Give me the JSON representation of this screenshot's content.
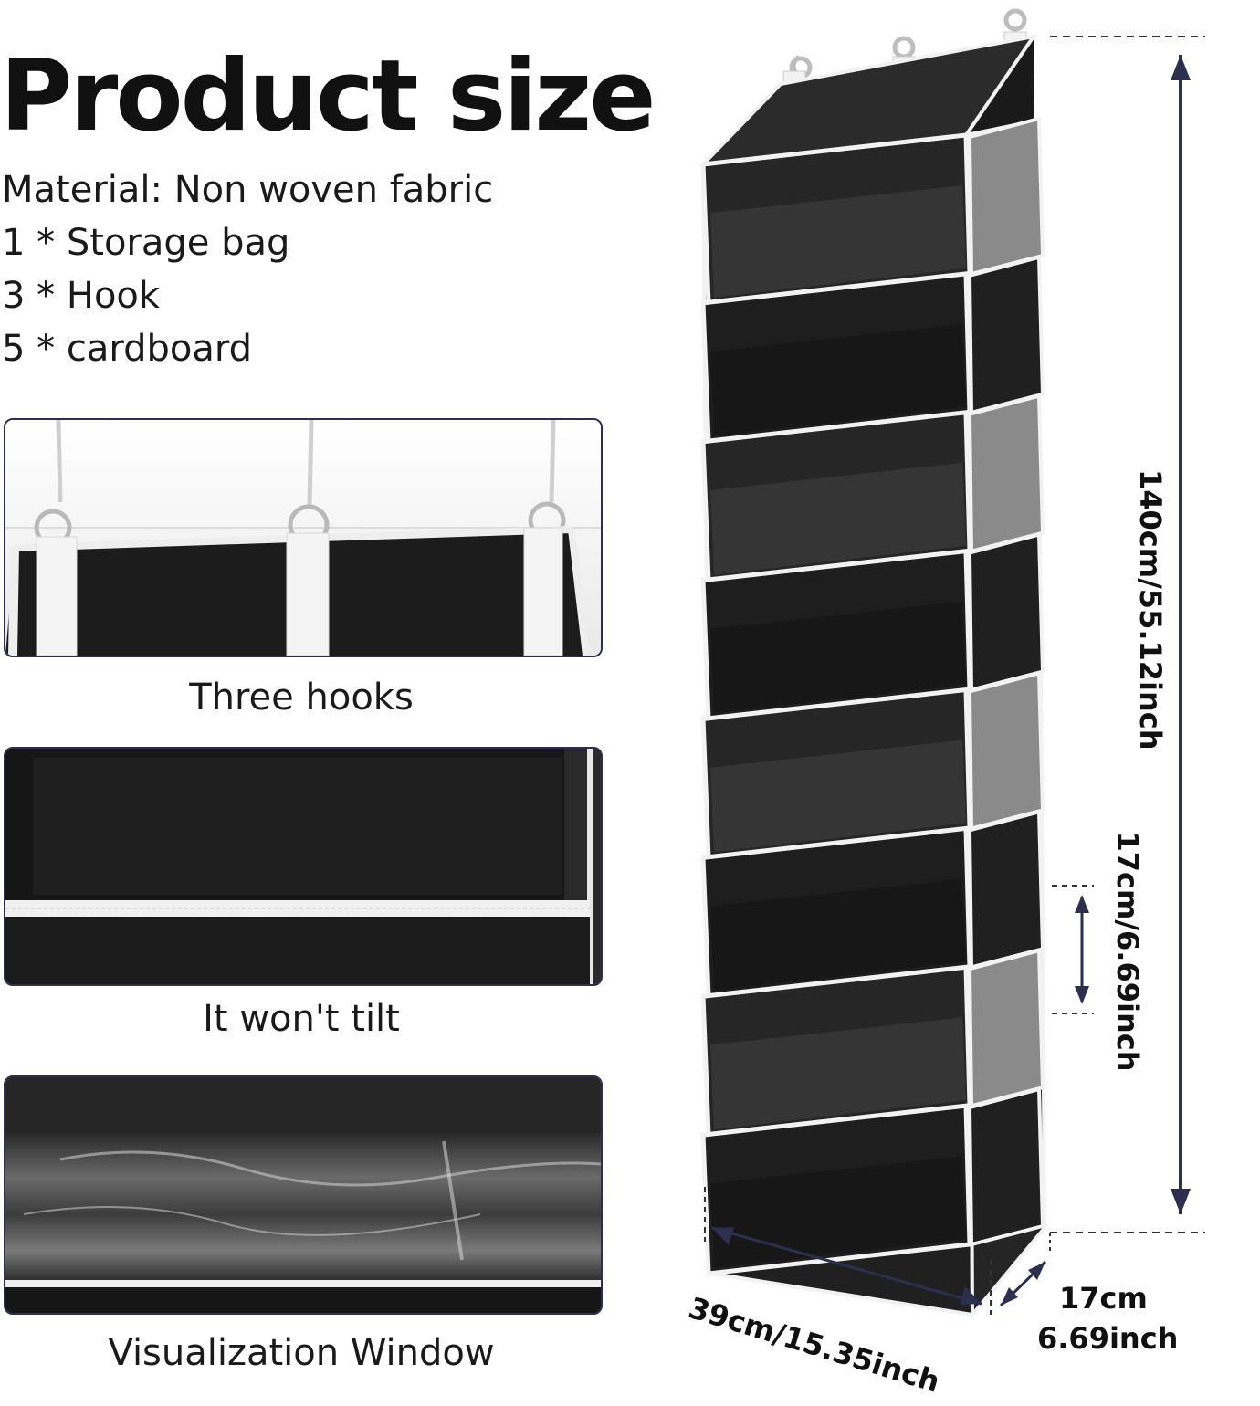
{
  "title": "Product size",
  "specs": [
    "Material: Non woven fabric",
    "1 * Storage bag",
    "3 * Hook",
    "5 * cardboard"
  ],
  "features": [
    {
      "caption": "Three hooks"
    },
    {
      "caption": "It won't tilt"
    },
    {
      "caption": "Visualization Window"
    }
  ],
  "dimensions": {
    "height": "140cm/55.12inch",
    "pocket_height": "17cm/6.69inch",
    "width": "39cm/15.35inch",
    "depth_cm": "17cm",
    "depth_inch": "6.69inch"
  },
  "colors": {
    "navy": "#2c2f4e",
    "fabric": "#1c1c1c",
    "trim": "#f2f2f2",
    "mesh": "#8a8a8a"
  }
}
